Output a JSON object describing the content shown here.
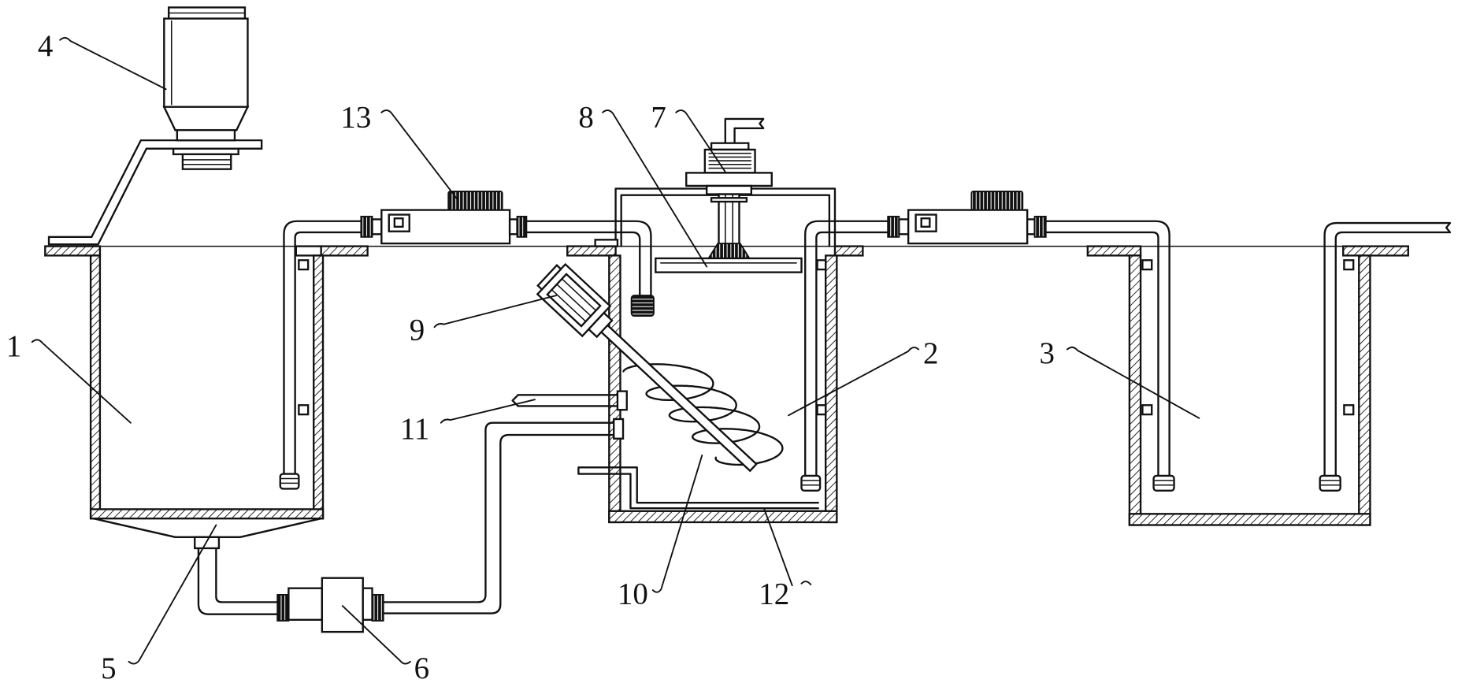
{
  "colors": {
    "stroke": "#111111",
    "background": "#ffffff"
  },
  "callouts": {
    "n1": "1",
    "n2": "2",
    "n3": "3",
    "n4": "4",
    "n5": "5",
    "n6": "6",
    "n7": "7",
    "n8": "8",
    "n9": "9",
    "n10": "10",
    "n11": "11",
    "n12": "12",
    "n13": "13"
  }
}
